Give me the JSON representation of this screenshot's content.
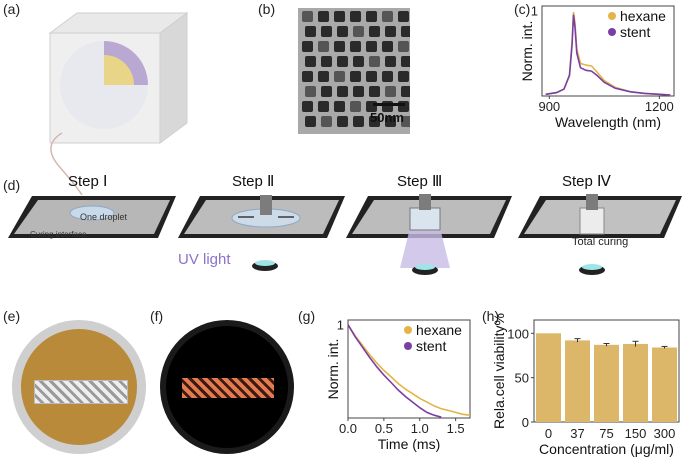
{
  "panels": {
    "a": "(a)",
    "b": "(b)",
    "c": "(c)",
    "d": "(d)",
    "e": "(e)",
    "f": "(f)",
    "g": "(g)",
    "h": "(h)"
  },
  "tem": {
    "scalebar": "50nm"
  },
  "steps": [
    "Step Ⅰ",
    "Step Ⅱ",
    "Step Ⅲ",
    "Step Ⅳ"
  ],
  "step_annotations": {
    "droplet": "One droplet",
    "curing_interface": "Curing interface",
    "uv_light": "UV light",
    "total_curing": "Total curing"
  },
  "colors": {
    "hexane": "#E3B447",
    "stent": "#7A3FA3",
    "bar": "#DDB769",
    "uv": "#8A72C9"
  },
  "chart_data": [
    {
      "panel": "c",
      "type": "line",
      "xlabel": "Wavelength (nm)",
      "ylabel": "Norm. int.",
      "xlim": [
        880,
        1240
      ],
      "ylim": [
        0,
        1.05
      ],
      "xticks": [
        900,
        1200
      ],
      "yticks": [
        1
      ],
      "legend": "top-right",
      "series": [
        {
          "name": "hexane",
          "x": [
            890,
            920,
            940,
            955,
            962,
            966,
            970,
            975,
            985,
            1000,
            1015,
            1030,
            1050,
            1080,
            1120,
            1160,
            1200,
            1230
          ],
          "y": [
            0.02,
            0.04,
            0.08,
            0.25,
            0.65,
            0.98,
            0.85,
            0.55,
            0.38,
            0.36,
            0.35,
            0.28,
            0.18,
            0.1,
            0.05,
            0.03,
            0.02,
            0.01
          ]
        },
        {
          "name": "stent",
          "x": [
            890,
            920,
            940,
            955,
            962,
            966,
            970,
            975,
            985,
            1000,
            1015,
            1030,
            1050,
            1080,
            1120,
            1160,
            1200,
            1230
          ],
          "y": [
            0.02,
            0.04,
            0.08,
            0.24,
            0.6,
            0.95,
            0.8,
            0.5,
            0.33,
            0.3,
            0.29,
            0.24,
            0.16,
            0.09,
            0.05,
            0.03,
            0.02,
            0.01
          ]
        }
      ]
    },
    {
      "panel": "g",
      "type": "line",
      "xlabel": "Time (ms)",
      "ylabel": "Norm. int.",
      "xlim": [
        0,
        1.7
      ],
      "ylim": [
        0,
        1.05
      ],
      "xticks": [
        "0.0",
        "0.5",
        "1.0",
        "1.5"
      ],
      "yticks": [
        1
      ],
      "legend": "top-right",
      "series": [
        {
          "name": "hexane",
          "x": [
            0,
            0.1,
            0.2,
            0.3,
            0.4,
            0.5,
            0.6,
            0.7,
            0.8,
            0.9,
            1.0,
            1.1,
            1.2,
            1.3,
            1.4,
            1.5,
            1.6,
            1.7
          ],
          "y": [
            1,
            0.88,
            0.78,
            0.68,
            0.59,
            0.51,
            0.44,
            0.37,
            0.31,
            0.26,
            0.21,
            0.17,
            0.13,
            0.1,
            0.08,
            0.06,
            0.04,
            0.03
          ]
        },
        {
          "name": "stent",
          "x": [
            0,
            0.1,
            0.2,
            0.3,
            0.4,
            0.5,
            0.6,
            0.7,
            0.8,
            0.9,
            1.0,
            1.1,
            1.2,
            1.3
          ],
          "y": [
            1,
            0.87,
            0.76,
            0.65,
            0.55,
            0.46,
            0.38,
            0.3,
            0.23,
            0.17,
            0.11,
            0.06,
            0.03,
            0.01
          ]
        }
      ]
    },
    {
      "panel": "h",
      "type": "bar",
      "xlabel": "Concentration (μg/ml)",
      "ylabel": "Rela.cell viability%",
      "categories": [
        "0",
        "37",
        "75",
        "150",
        "300"
      ],
      "values": [
        100,
        92,
        87,
        88,
        84
      ],
      "errors": [
        0,
        2,
        1.5,
        3,
        1.2
      ],
      "ylim": [
        0,
        115
      ],
      "yticks": [
        0,
        50,
        100
      ]
    }
  ]
}
